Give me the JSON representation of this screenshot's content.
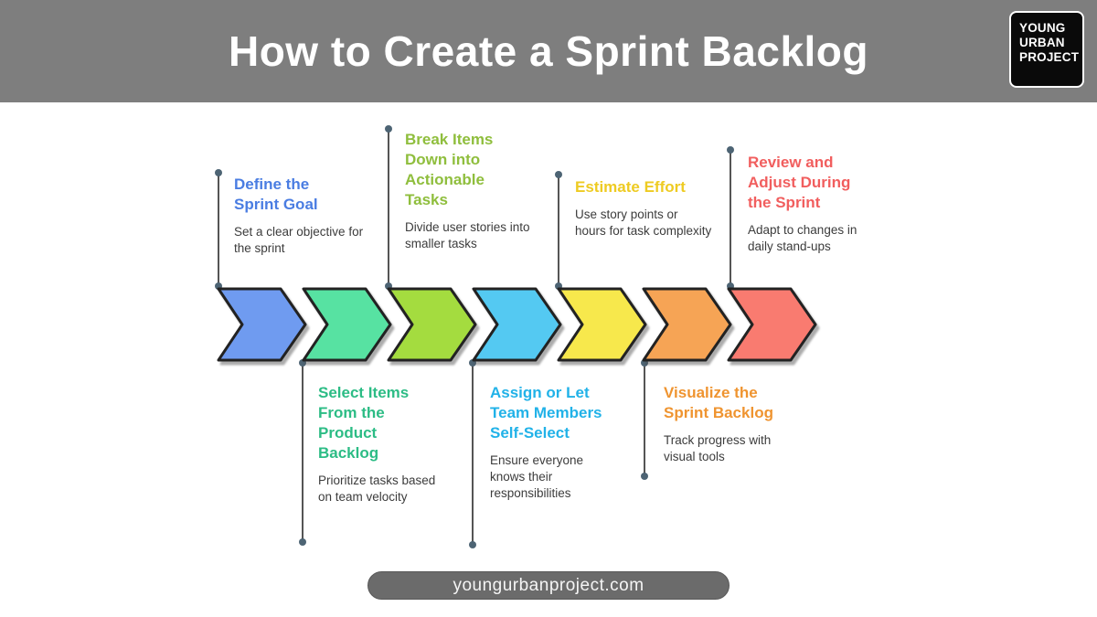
{
  "header": {
    "title": "How to Create a Sprint Backlog",
    "background": "#7e7e7e",
    "logo": {
      "line1": "YOUNG",
      "line2": "URBAN",
      "line3": "PROJECT"
    }
  },
  "footer": {
    "url": "youngurbanproject.com"
  },
  "colors": {
    "connector_line": "#555555",
    "connector_dot": "#4d6474",
    "body_text": "#3c3c3c",
    "arrow_outline": "#222222"
  },
  "steps": [
    {
      "order": 1,
      "placement": "top",
      "title": "Define the Sprint Goal",
      "description": "Set a clear objective for the sprint",
      "title_color": "#4a7de2",
      "arrow_color": "#6f9bf0"
    },
    {
      "order": 2,
      "placement": "bottom",
      "title": "Select Items From the Product Backlog",
      "description": "Prioritize tasks based on team velocity",
      "title_color": "#2cbc85",
      "arrow_color": "#57e2a2"
    },
    {
      "order": 3,
      "placement": "top",
      "title": "Break Items Down into Actionable Tasks",
      "description": "Divide user stories into smaller tasks",
      "title_color": "#8fbe3d",
      "arrow_color": "#a4dc3f"
    },
    {
      "order": 4,
      "placement": "bottom",
      "title": "Assign or Let Team Members Self-Select",
      "description": "Ensure everyone knows their responsibilities",
      "title_color": "#21b2e8",
      "arrow_color": "#54c9f2"
    },
    {
      "order": 5,
      "placement": "top",
      "title": "Estimate Effort",
      "description": "Use story points or hours for task complexity",
      "title_color": "#eecb22",
      "arrow_color": "#f7e84c"
    },
    {
      "order": 6,
      "placement": "bottom",
      "title": "Visualize the Sprint Backlog",
      "description": "Track progress with visual tools",
      "title_color": "#ef9430",
      "arrow_color": "#f6a455"
    },
    {
      "order": 7,
      "placement": "top",
      "title": "Review and Adjust During the Sprint",
      "description": "Adapt to changes in daily stand-ups",
      "title_color": "#f15e5e",
      "arrow_color": "#f97b70"
    }
  ]
}
